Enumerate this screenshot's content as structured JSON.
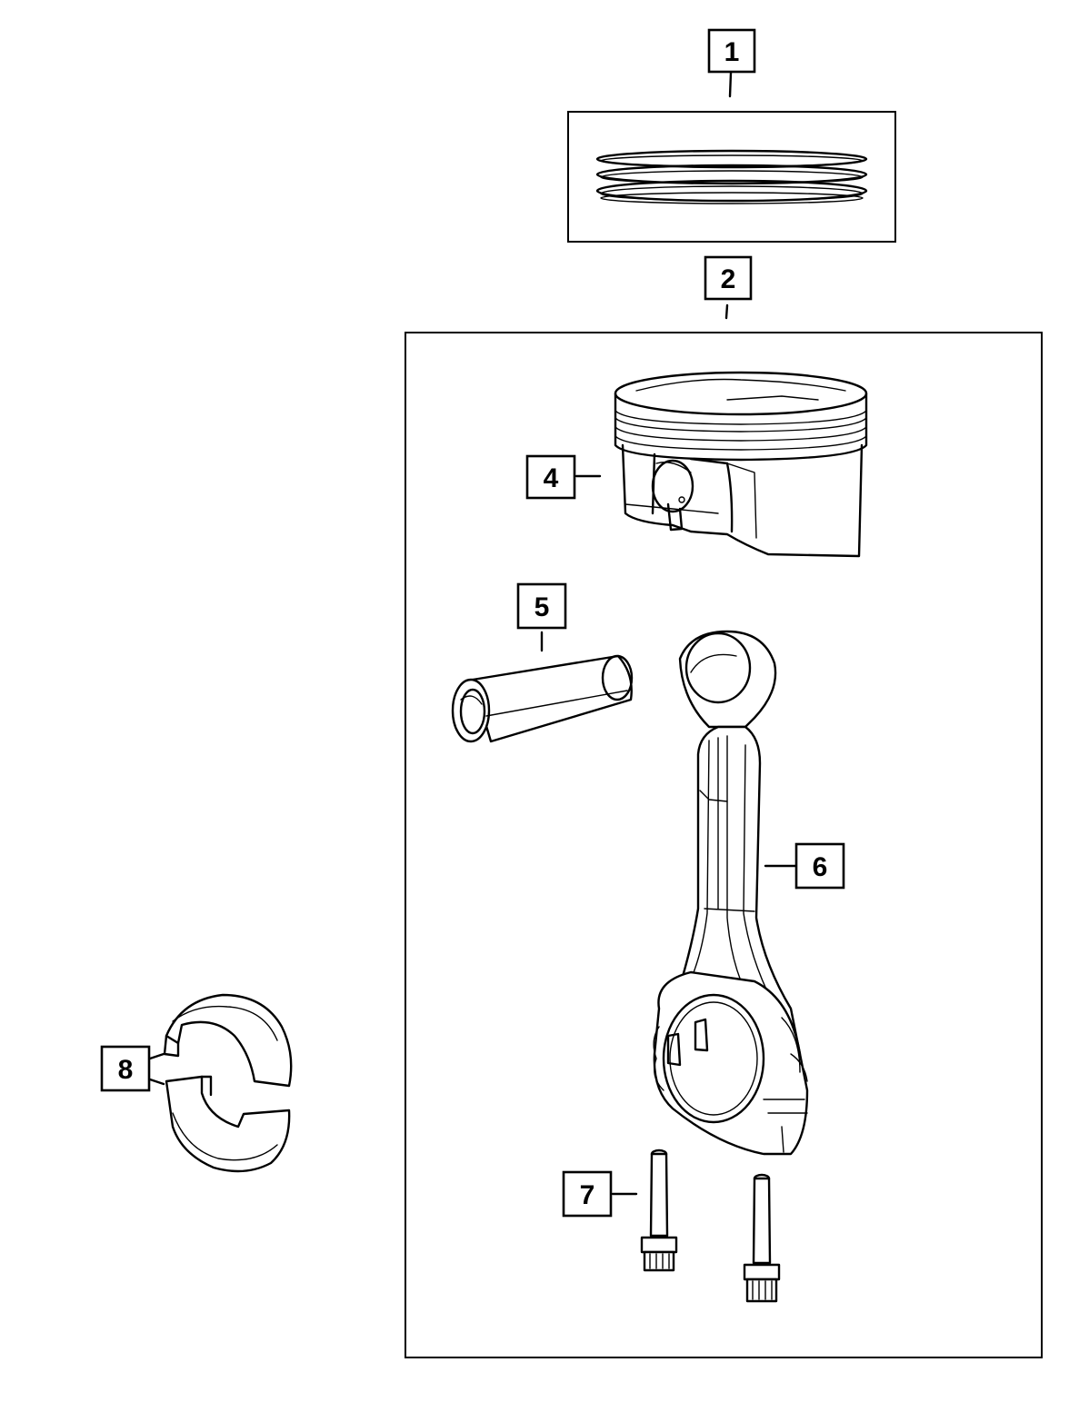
{
  "callouts": {
    "c1": "1",
    "c2": "2",
    "c4": "4",
    "c5": "5",
    "c6": "6",
    "c7": "7",
    "c8": "8"
  },
  "colors": {
    "line": "#000000",
    "background": "#ffffff"
  }
}
